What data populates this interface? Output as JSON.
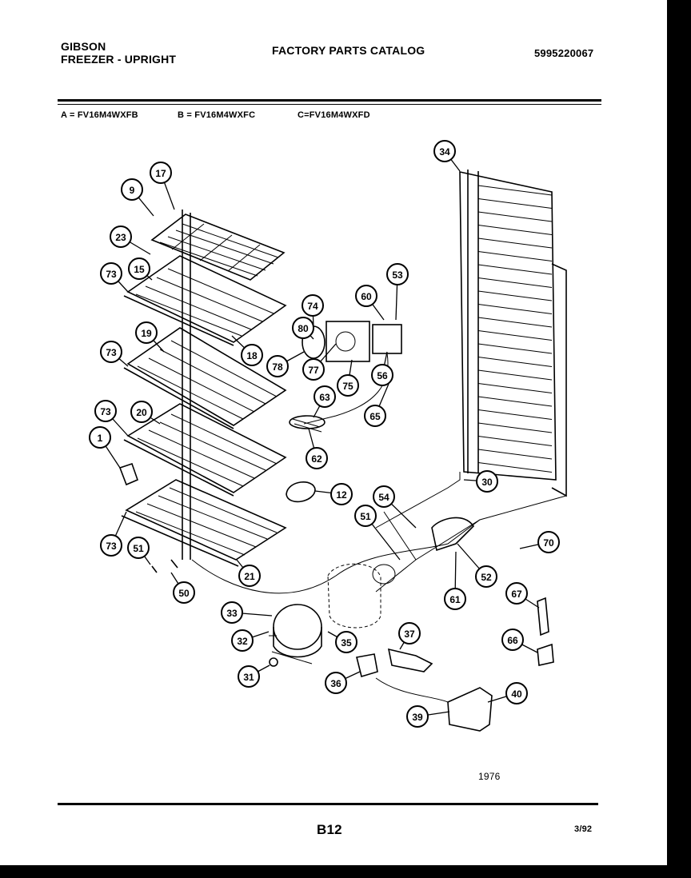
{
  "header": {
    "brand": "GIBSON",
    "product": "FREEZER - UPRIGHT",
    "catalog_title": "FACTORY PARTS CATALOG",
    "part_number": "5995220067"
  },
  "models": {
    "a": "A = FV16M4WXFB",
    "b": "B = FV16M4WXFC",
    "c": "C=FV16M4WXFD"
  },
  "callouts": [
    "9",
    "17",
    "23",
    "15",
    "73",
    "18",
    "19",
    "73",
    "20",
    "73",
    "1",
    "73",
    "51",
    "50",
    "21",
    "12",
    "74",
    "80",
    "78",
    "77",
    "75",
    "60",
    "53",
    "56",
    "65",
    "63",
    "62",
    "34",
    "30",
    "54",
    "51",
    "52",
    "61",
    "70",
    "33",
    "32",
    "35",
    "31",
    "37",
    "36",
    "67",
    "66",
    "40",
    "39"
  ],
  "footer": {
    "figure_number": "1976",
    "page": "B12",
    "date": "3/92"
  }
}
